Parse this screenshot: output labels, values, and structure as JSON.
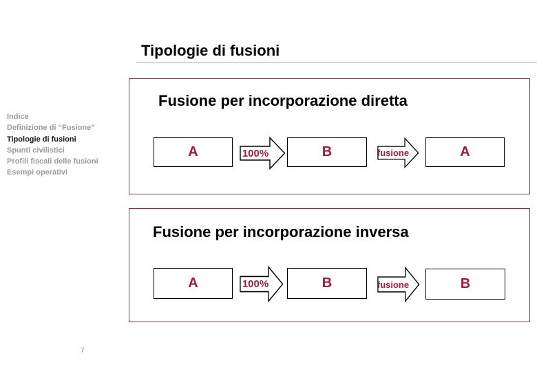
{
  "slide": {
    "title": "Tipologie di fusioni",
    "page_number": "7"
  },
  "sidebar": {
    "items": [
      {
        "label": "Indice",
        "active": false
      },
      {
        "label": "Definizione di “Fusione”",
        "active": false
      },
      {
        "label": "Tipologie di fusioni",
        "active": true
      },
      {
        "label": "Spunti civilistici",
        "active": false
      },
      {
        "label": "Profili fiscali delle fusioni",
        "active": false
      },
      {
        "label": "Esempi operativi",
        "active": false
      }
    ]
  },
  "diagrams": [
    {
      "heading": "Fusione per incorporazione diretta",
      "node_a": "A",
      "arrow1": "100%",
      "node_b": "B",
      "arrow2": "fusione",
      "node_result": "A"
    },
    {
      "heading": "Fusione per incorporazione inversa",
      "node_a": "A",
      "arrow1": "100%",
      "node_b": "B",
      "arrow2": "fusione",
      "node_result": "B"
    }
  ],
  "colors": {
    "accent_red": "#a01c3c",
    "panel_border": "#7b3350",
    "muted_gray": "#9b9b9b"
  }
}
